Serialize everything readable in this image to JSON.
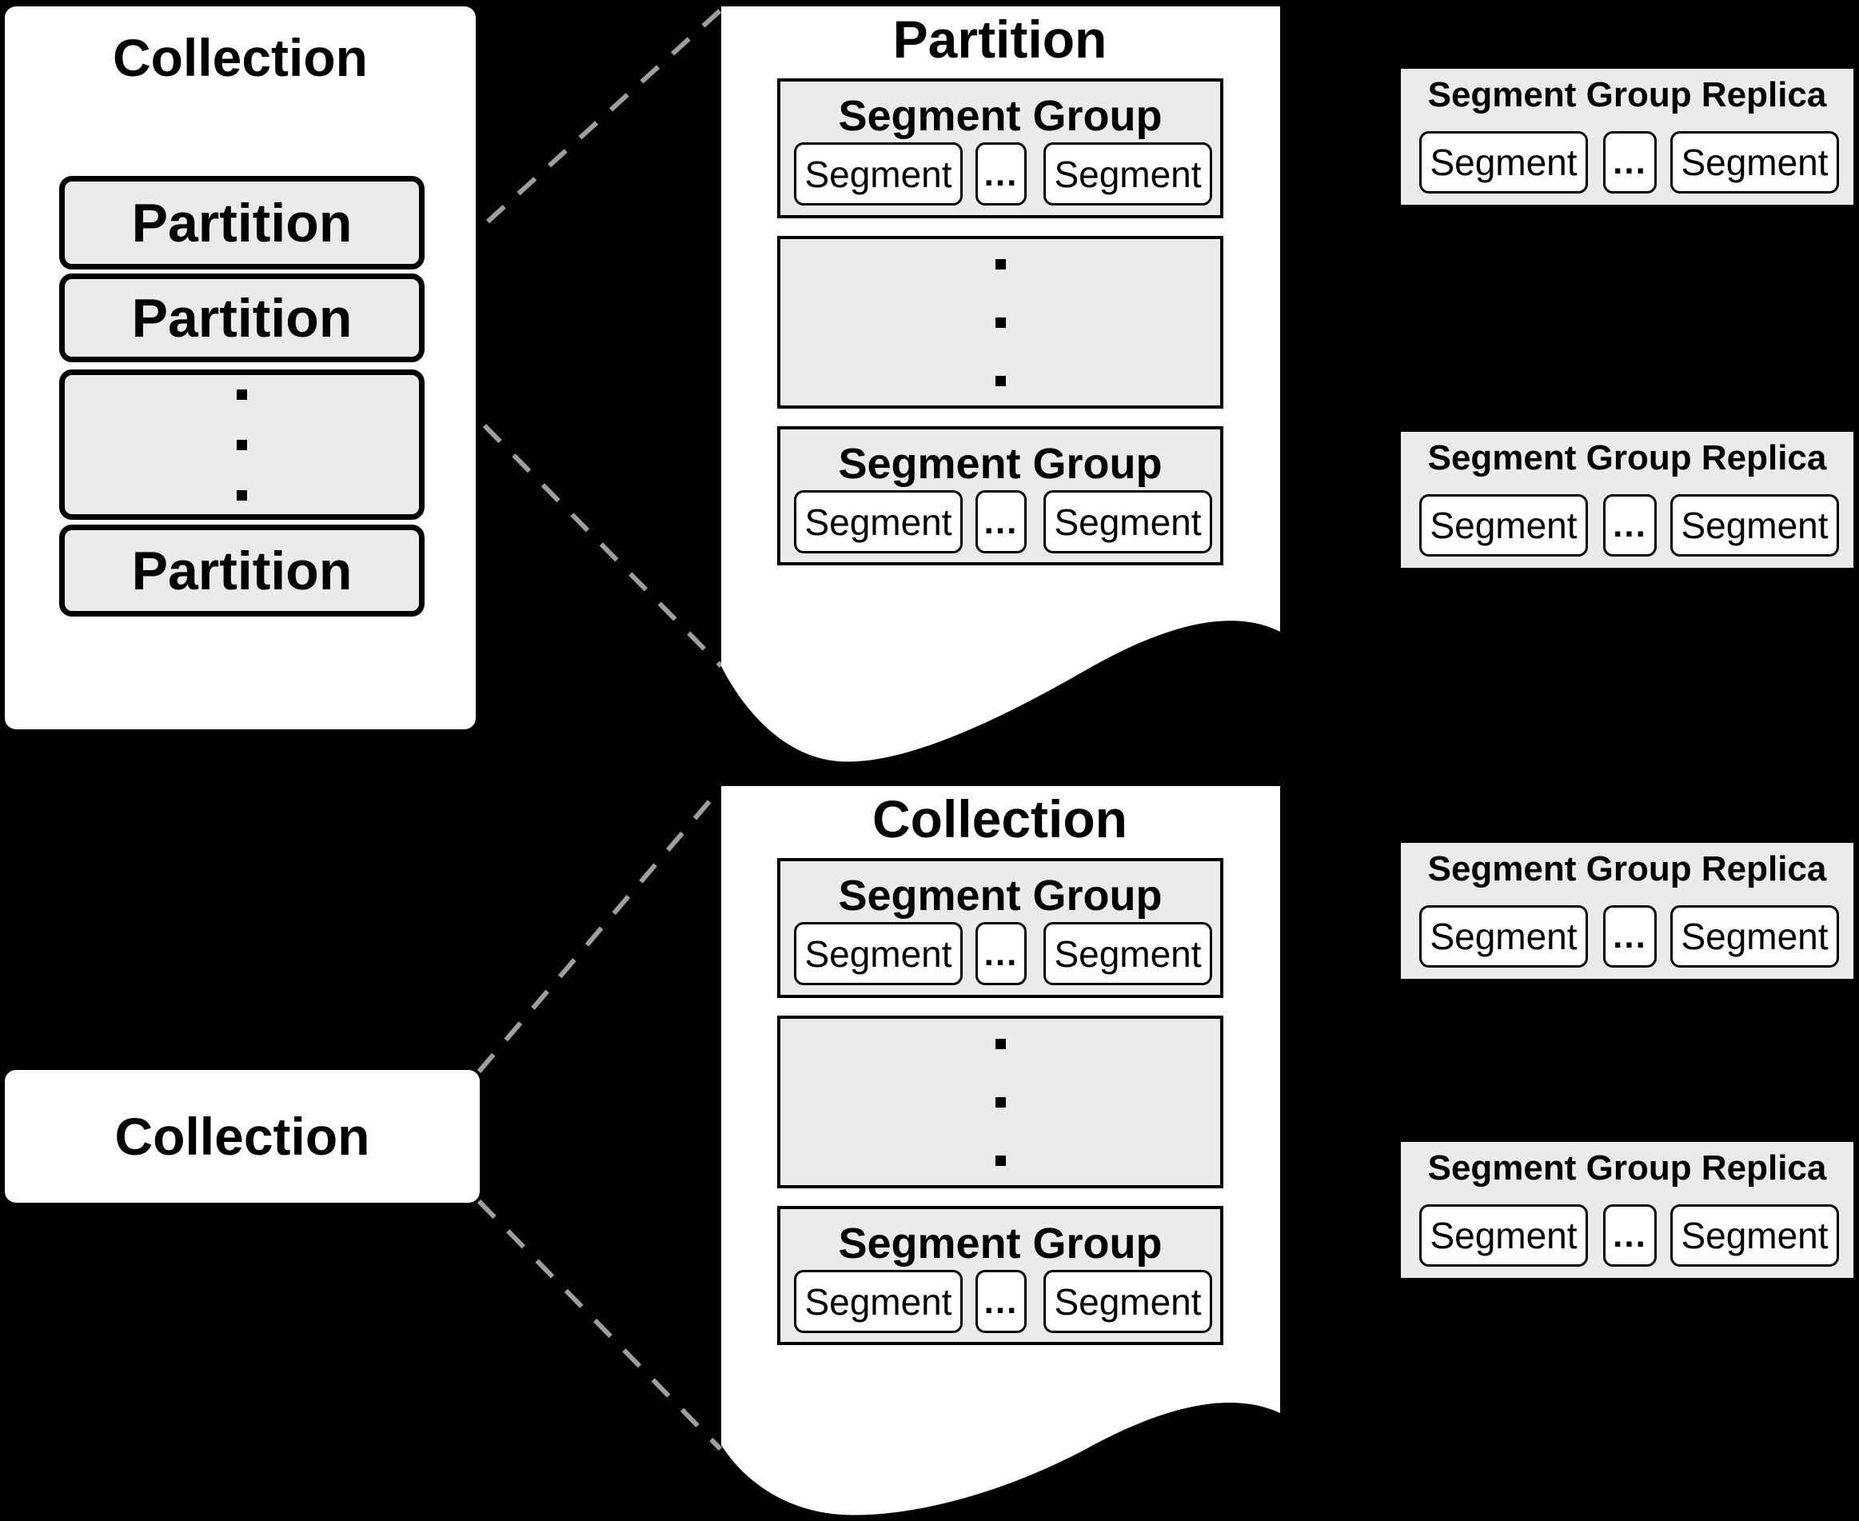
{
  "colors": {
    "background": "#000000",
    "panel": "#ffffff",
    "box_fill": "#ebebeb",
    "border": "#000000",
    "connector": "#9e9e9e",
    "text": "#000000"
  },
  "left_collection_panel": {
    "title": "Collection",
    "partition_1": "Partition",
    "partition_2": "Partition",
    "partition_3": "Partition"
  },
  "partition_page": {
    "title": "Partition",
    "segment_group_top": {
      "title": "Segment Group",
      "segment_left": "Segment",
      "ellipsis": "...",
      "segment_right": "Segment"
    },
    "segment_group_bottom": {
      "title": "Segment Group",
      "segment_left": "Segment",
      "ellipsis": "...",
      "segment_right": "Segment"
    }
  },
  "collection_page": {
    "title": "Collection",
    "segment_group_top": {
      "title": "Segment Group",
      "segment_left": "Segment",
      "ellipsis": "...",
      "segment_right": "Segment"
    },
    "segment_group_bottom": {
      "title": "Segment Group",
      "segment_left": "Segment",
      "ellipsis": "...",
      "segment_right": "Segment"
    }
  },
  "collection_label_box": {
    "title": "Collection"
  },
  "replicas": {
    "top_1": {
      "title": "Segment Group Replica",
      "segment_left": "Segment",
      "ellipsis": "...",
      "segment_right": "Segment"
    },
    "top_2": {
      "title": "Segment Group Replica",
      "segment_left": "Segment",
      "ellipsis": "...",
      "segment_right": "Segment"
    },
    "bottom_1": {
      "title": "Segment Group Replica",
      "segment_left": "Segment",
      "ellipsis": "...",
      "segment_right": "Segment"
    },
    "bottom_2": {
      "title": "Segment Group Replica",
      "segment_left": "Segment",
      "ellipsis": "...",
      "segment_right": "Segment"
    }
  }
}
